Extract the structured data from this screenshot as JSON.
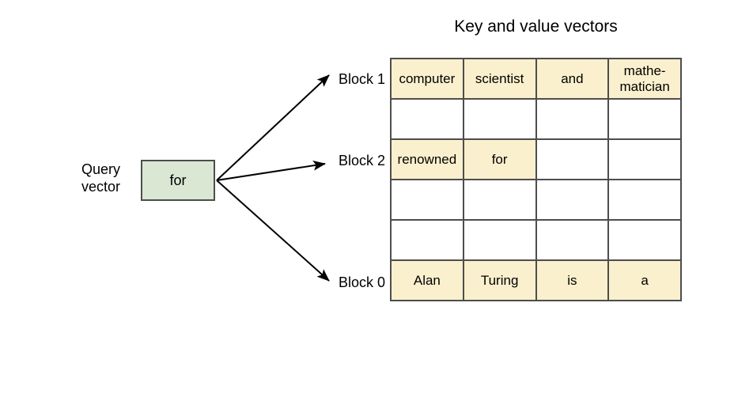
{
  "title": "Key and value vectors",
  "query": {
    "label_line1": "Query",
    "label_line2": "vector",
    "token": "for"
  },
  "blocks": [
    {
      "label": "Block 1"
    },
    {
      "label": "Block 2"
    },
    {
      "label": "Block 0"
    }
  ],
  "grid": {
    "rows": 6,
    "cols": 4,
    "filled_color": "#FAF0CD",
    "empty_color": "#FFFFFF",
    "border_color": "#4D4D4D",
    "cells": [
      [
        {
          "text": "computer",
          "filled": true
        },
        {
          "text": "scientist",
          "filled": true
        },
        {
          "text": "and",
          "filled": true
        },
        {
          "text": "mathe-matician",
          "filled": true
        }
      ],
      [
        {
          "text": "",
          "filled": false
        },
        {
          "text": "",
          "filled": false
        },
        {
          "text": "",
          "filled": false
        },
        {
          "text": "",
          "filled": false
        }
      ],
      [
        {
          "text": "renowned",
          "filled": true
        },
        {
          "text": "for",
          "filled": true
        },
        {
          "text": "",
          "filled": false
        },
        {
          "text": "",
          "filled": false
        }
      ],
      [
        {
          "text": "",
          "filled": false
        },
        {
          "text": "",
          "filled": false
        },
        {
          "text": "",
          "filled": false
        },
        {
          "text": "",
          "filled": false
        }
      ],
      [
        {
          "text": "",
          "filled": false
        },
        {
          "text": "",
          "filled": false
        },
        {
          "text": "",
          "filled": false
        },
        {
          "text": "",
          "filled": false
        }
      ],
      [
        {
          "text": "Alan",
          "filled": true
        },
        {
          "text": "Turing",
          "filled": true
        },
        {
          "text": "is",
          "filled": true
        },
        {
          "text": "a",
          "filled": true
        }
      ]
    ]
  },
  "colors": {
    "query_box": "#DAE8D3",
    "cell_fill": "#FAF0CD",
    "stroke": "#4D4D4D",
    "arrow": "#000000"
  }
}
